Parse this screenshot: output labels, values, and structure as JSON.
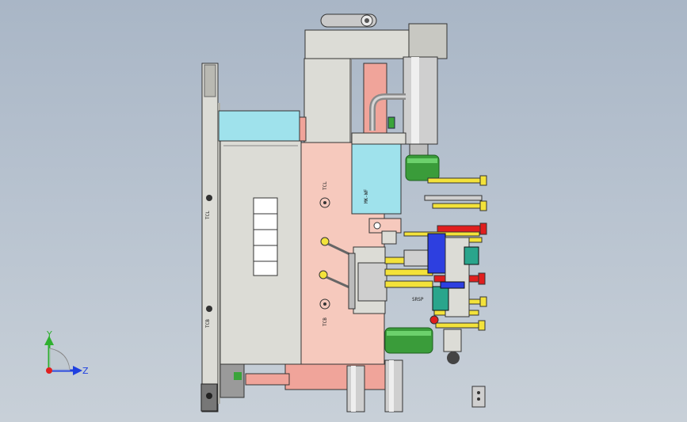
{
  "app": {
    "view": "cad-3d-viewport"
  },
  "colors": {
    "background_top": "#a9b6c6",
    "background_bottom": "#c8d0d8",
    "plate_gray": "#dcdcd6",
    "plate_pink": "#f6c9bd",
    "plate_salmon": "#f0a49a",
    "plate_cyan": "#9fe2ec",
    "part_green": "#3a9c3a",
    "part_yellow": "#f3e23a",
    "part_red": "#e01e1e",
    "part_blue": "#2d3fe0",
    "part_teal": "#2aa58c",
    "axis_y": "#2fb02f",
    "axis_z": "#2040e0",
    "axis_x": "#e02020"
  },
  "part_labels": {
    "left_plate_top": "TCL",
    "left_plate_bottom": "TCB",
    "pink_plate_top": "TCL",
    "pink_plate_bottom": "TCB",
    "cyan_block": "MK-WF",
    "slider_label": "SRSP"
  },
  "triad": {
    "y_label": "Y",
    "z_label": "Z",
    "icons": [
      "axis-y-arrow-icon",
      "axis-z-arrow-icon",
      "axis-origin-icon"
    ]
  }
}
